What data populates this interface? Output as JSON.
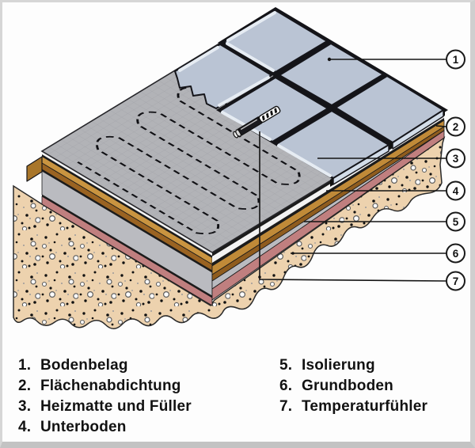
{
  "figure": {
    "callouts": [
      {
        "number": "1"
      },
      {
        "number": "2"
      },
      {
        "number": "3"
      },
      {
        "number": "4"
      },
      {
        "number": "5"
      },
      {
        "number": "6"
      },
      {
        "number": "7"
      }
    ],
    "legend": {
      "items": [
        {
          "num": "1.",
          "label": "Bodenbelag"
        },
        {
          "num": "2.",
          "label": "Flächenabdichtung"
        },
        {
          "num": "3.",
          "label": "Heizmatte und Füller"
        },
        {
          "num": "4.",
          "label": "Unterboden"
        },
        {
          "num": "5.",
          "label": "Isolierung"
        },
        {
          "num": "6.",
          "label": "Grundboden"
        },
        {
          "num": "7.",
          "label": "Temperaturfühler"
        }
      ]
    },
    "colors": {
      "tile": "#bac4d4",
      "tile_bevel": "#e6ecf3",
      "tile_side": "#d3dde9",
      "grout": "#141418",
      "mat": "#b2b3b7",
      "mat_grid": "#a2a3a9",
      "cable": "#101014",
      "wood_light": "#c99440",
      "wood_dark": "#9a6322",
      "insulation_gray": "#babbc0",
      "sealing_pink": "#c07f7f",
      "concrete": "#edd2ae",
      "outline": "#1a1a1a"
    }
  }
}
